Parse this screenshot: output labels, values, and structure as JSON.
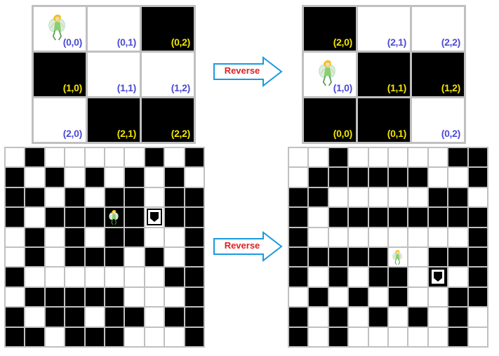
{
  "top_left_grid": {
    "cells": [
      {
        "label": "(0,0)",
        "color": "white",
        "has_sprite": true
      },
      {
        "label": "(0,1)",
        "color": "white"
      },
      {
        "label": "(0,2)",
        "color": "black"
      },
      {
        "label": "(1,0)",
        "color": "black"
      },
      {
        "label": "(1,1)",
        "color": "white"
      },
      {
        "label": "(1,2)",
        "color": "white"
      },
      {
        "label": "(2,0)",
        "color": "white"
      },
      {
        "label": "(2,1)",
        "color": "black"
      },
      {
        "label": "(2,2)",
        "color": "black"
      }
    ]
  },
  "top_right_grid": {
    "cells": [
      {
        "label": "(2,0)",
        "color": "black"
      },
      {
        "label": "(2,1)",
        "color": "white"
      },
      {
        "label": "(2,2)",
        "color": "white"
      },
      {
        "label": "(1,0)",
        "color": "white",
        "has_sprite": true
      },
      {
        "label": "(1,1)",
        "color": "black"
      },
      {
        "label": "(1,2)",
        "color": "black"
      },
      {
        "label": "(0,0)",
        "color": "black"
      },
      {
        "label": "(0,1)",
        "color": "black"
      },
      {
        "label": "(0,2)",
        "color": "white"
      }
    ]
  },
  "arrows": {
    "top_label": "Reverse",
    "bottom_label": "Reverse",
    "fill_color": "#ffffff",
    "border_color": "#1a9ae0",
    "text_color": "#e02020"
  },
  "bottom_left_grid": {
    "rows": [
      "0100000101",
      "1010101010",
      "1101011011",
      "1011111011",
      "0101011001",
      "0101110101",
      "1000000011",
      "0111110001",
      "1011011011",
      "1101110001"
    ],
    "sprite_cell": [
      3,
      5
    ],
    "stairs_cell": [
      3,
      7
    ]
  },
  "bottom_right_grid": {
    "rows": [
      "0010000011",
      "0111111001",
      "1100000110",
      "1011111111",
      "1000000001",
      "1111100111",
      "1010110101",
      "0101010011",
      "1010101010",
      "1010000010"
    ],
    "sprite_cell": [
      5,
      5
    ],
    "stairs_cell": [
      6,
      7
    ]
  }
}
